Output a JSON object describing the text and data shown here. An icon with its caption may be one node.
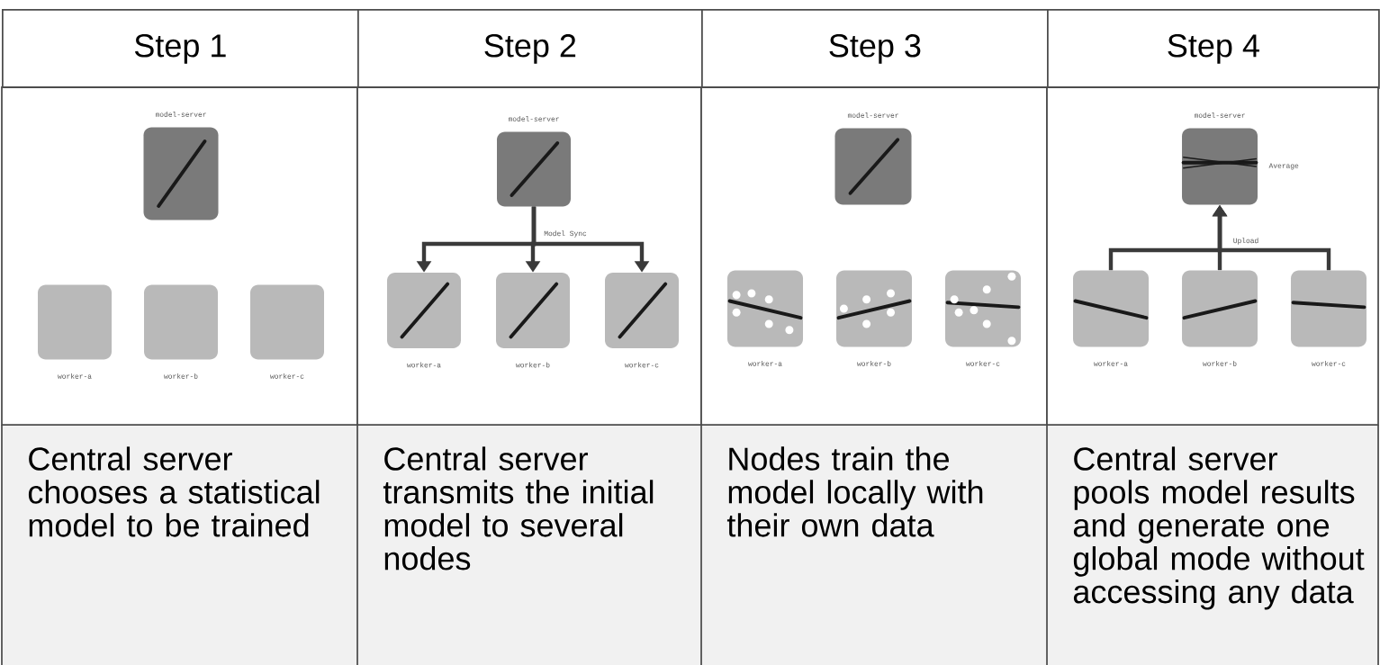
{
  "diagram": {
    "nodes": [
      {
        "text": [
          "model-server"
        ]
      },
      {
        "text": [
          "worker-a"
        ]
      },
      {
        "text": [
          "worker-b"
        ]
      },
      {
        "text": [
          "worker-c"
        ]
      },
      {
        "text": [
          "model-server"
        ]
      },
      {
        "text": [
          "worker-a"
        ]
      },
      {
        "text": [
          "worker-b"
        ]
      },
      {
        "text": [
          "worker-c"
        ]
      },
      {
        "text": [
          "model-server"
        ]
      },
      {
        "text": [
          "worker-a"
        ]
      },
      {
        "text": [
          "worker-b"
        ]
      },
      {
        "text": [
          "worker-c"
        ]
      },
      {
        "text": [
          "model-server"
        ],
        "beside": [
          "Average"
        ]
      },
      {
        "text": [
          "worker-a"
        ]
      },
      {
        "text": [
          "worker-b"
        ]
      },
      {
        "text": [
          "worker-c"
        ]
      }
    ],
    "edges": [
      {
        "from": 4,
        "to": 5,
        "arrow": "to"
      },
      {
        "from": 4,
        "to": 6,
        "arrow": "to",
        "label": "Model Sync"
      },
      {
        "from": 4,
        "to": 7,
        "arrow": "to"
      },
      {
        "from": 13,
        "to": 12,
        "arrow": "to"
      },
      {
        "from": 14,
        "to": 12,
        "arrow": "to",
        "label": "Upload"
      },
      {
        "from": 15,
        "to": 12,
        "arrow": "to"
      }
    ],
    "labels": [
      "Step 1",
      "Step 2",
      "Step 3",
      "Step 4",
      "Central server chooses a statistical model to be trained",
      "Central server transmits the initial model to several nodes",
      "Nodes train the model locally with their own data",
      "Central server pools model results and generate one global mode without accessing any data"
    ]
  }
}
